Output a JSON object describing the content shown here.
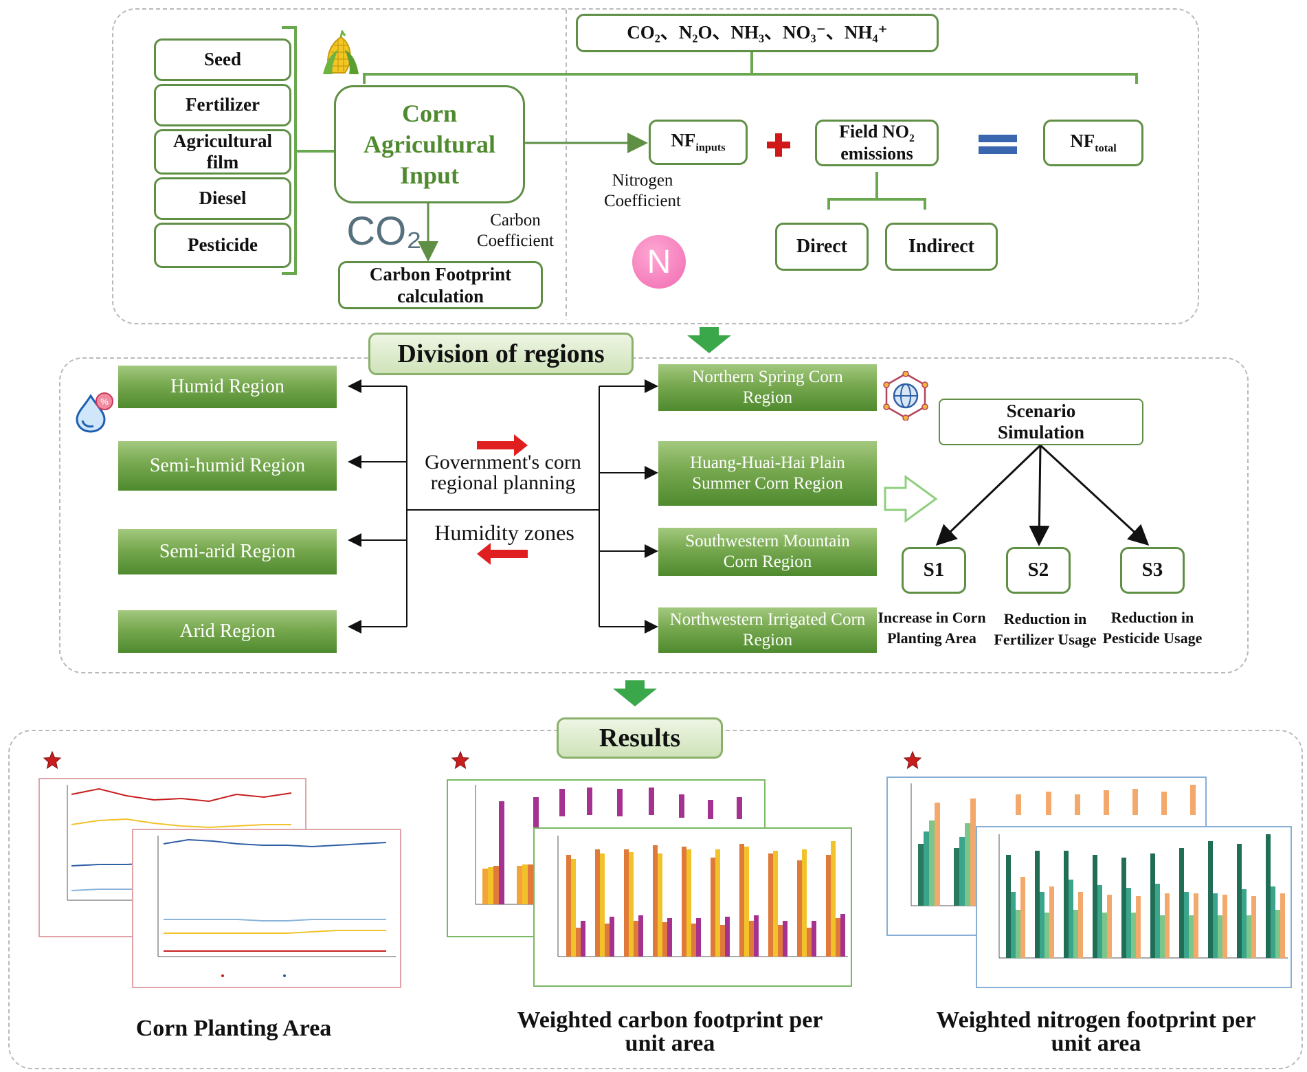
{
  "emissions_header": "CO₂、N₂O、NH₃、NO₃⁻、NH₄⁺",
  "inputs": [
    "Seed",
    "Fertilizer",
    "Agricultural film",
    "Diesel",
    "Pesticide"
  ],
  "corn_input": "Corn Agricultural Input",
  "co2_symbol": "CO₂",
  "carbon_coefficient": "Carbon Coefficient",
  "carbon_footprint": "Carbon Footprint calculation",
  "nf_inputs_main": "NF",
  "nf_inputs_sub": "inputs",
  "nitrogen_coefficient": "Nitrogen Coefficient",
  "field_no2_main": "Field NO",
  "field_no2_sub": "2",
  "field_no2_line2": "emissions",
  "nf_total_main": "NF",
  "nf_total_sub": "total",
  "n_symbol": "N",
  "direct": "Direct",
  "indirect": "Indirect",
  "division_title": "Division of regions",
  "humidity_regions": [
    "Humid Region",
    "Semi-humid Region",
    "Semi-arid Region",
    "Arid Region"
  ],
  "government_planning": "Government's corn regional planning",
  "humidity_zones": "Humidity zones",
  "corn_regions": [
    "Northern Spring Corn Region",
    "Huang-Huai-Hai Plain Summer Corn Region",
    "Southwestern Mountain Corn Region",
    "Northwestern Irrigated Corn Region"
  ],
  "scenario_simulation": "Scenario Simulation",
  "scenarios": [
    {
      "id": "S1",
      "desc": "Increase in Corn Planting Area"
    },
    {
      "id": "S2",
      "desc": "Reduction in Fertilizer Usage"
    },
    {
      "id": "S3",
      "desc": "Reduction in Pesticide Usage"
    }
  ],
  "results_title": "Results",
  "result_captions": [
    "Corn Planting Area",
    "Weighted carbon footprint per unit area",
    "Weighted nitrogen footprint per unit area"
  ],
  "colors": {
    "green_line": "#6aa84f",
    "bar_green": "#6aa84f",
    "red_arrow": "#e02020",
    "green_arrow": "#3aa84a",
    "n_circle": "#f06ab0",
    "equals": "#3a66b0",
    "pink_frame": "#e0a3a8",
    "green_frame": "#7ab865",
    "blue_frame": "#86aed6"
  },
  "icons": [
    "corn-icon",
    "water-drop-icon",
    "network-globe-icon",
    "star-icon",
    "plus-icon",
    "equals-icon",
    "n-circle-icon",
    "co2-icon"
  ]
}
